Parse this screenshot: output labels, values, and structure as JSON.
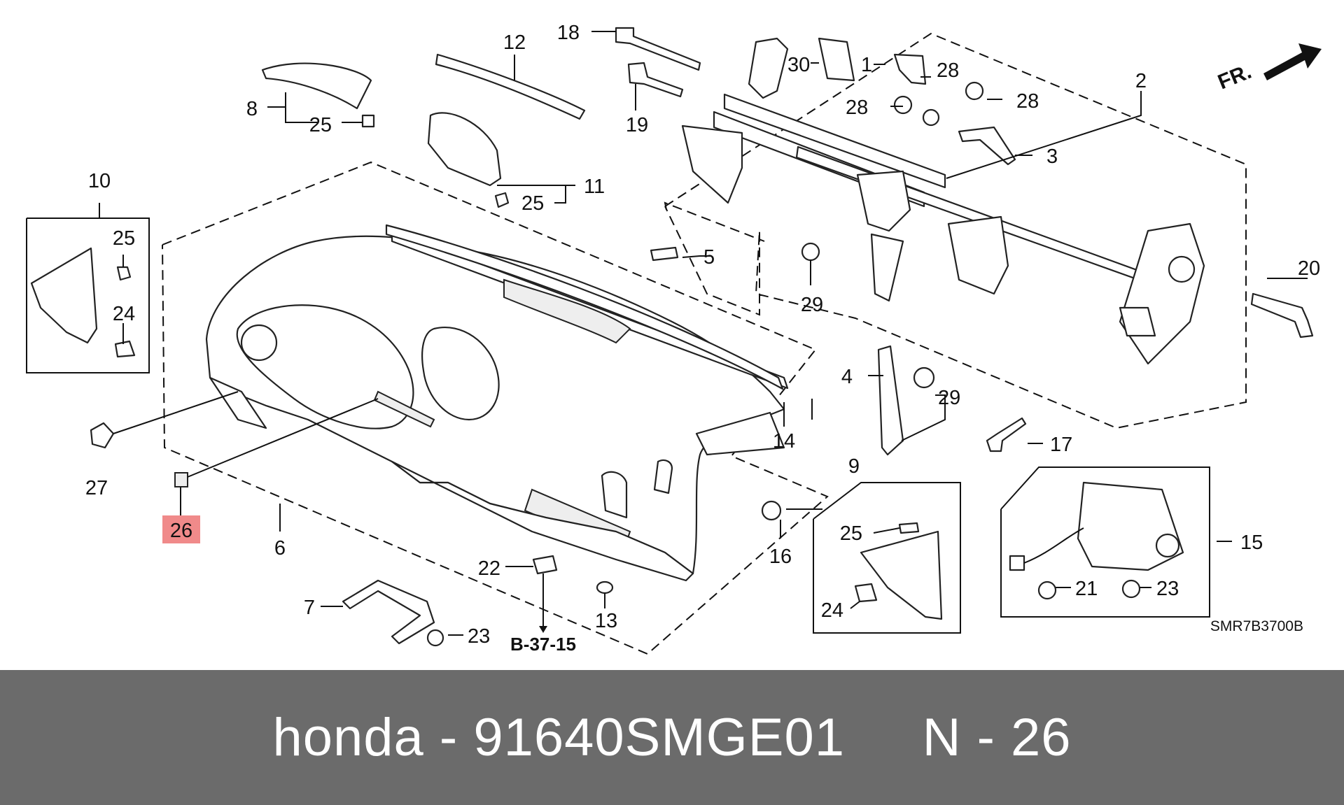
{
  "callouts": {
    "c1": "1",
    "c2": "2",
    "c3": "3",
    "c4": "4",
    "c5": "5",
    "c6": "6",
    "c7": "7",
    "c8": "8",
    "c9": "9",
    "c10": "10",
    "c11": "11",
    "c12": "12",
    "c13": "13",
    "c14": "14",
    "c15": "15",
    "c16": "16",
    "c17": "17",
    "c18": "18",
    "c19": "19",
    "c20": "20",
    "c21": "21",
    "c22": "22",
    "c23": "23",
    "c24": "24",
    "c25": "25",
    "c26": "26",
    "c27": "27",
    "c28": "28",
    "c29": "29",
    "c30": "30"
  },
  "highlight_color": "#f08a8a",
  "highlighted_callout": "26",
  "reference": "B-37-15",
  "direction": "FR.",
  "diagram_code": "SMR7B3700B",
  "footer": {
    "title": "honda - 91640SMGE01     N - 26"
  }
}
